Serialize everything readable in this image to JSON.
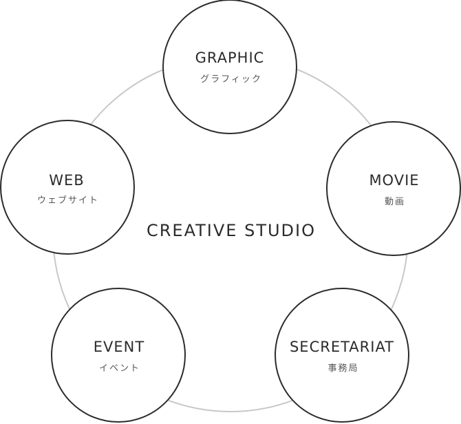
{
  "center_label": "CREATIVE STUDIO",
  "nodes": [
    {
      "key": "graphic",
      "title": "GRAPHIC",
      "subtitle": "グラフィック"
    },
    {
      "key": "movie",
      "title": "MOVIE",
      "subtitle": "動画"
    },
    {
      "key": "secretariat",
      "title": "SECRETARIAT",
      "subtitle": "事務局"
    },
    {
      "key": "event",
      "title": "EVENT",
      "subtitle": "イベント"
    },
    {
      "key": "web",
      "title": "WEB",
      "subtitle": "ウェブサイト"
    }
  ],
  "colors": {
    "ring": "#c8c8c8",
    "circle_stroke": "#2b2b2b",
    "text": "#2b2b2b",
    "subtext": "#555555"
  }
}
